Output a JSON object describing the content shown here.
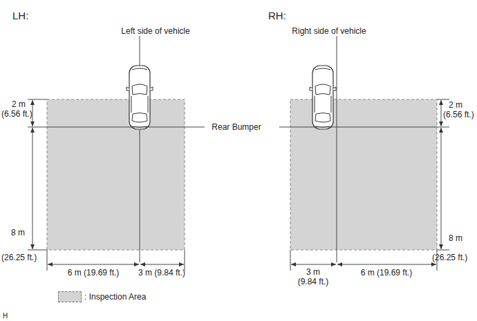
{
  "diagram": {
    "labels": [
      "LH:",
      "Left side of vehicle",
      "2 m",
      "(6.56 ft.)",
      "Rear Bumper",
      "8 m",
      "(26.25 ft.)",
      "6 m (19.69 ft.)",
      "3 m (9.84 ft.)",
      "RH:",
      "Right side of vehicle",
      "2 m",
      "(6.56 ft.)",
      "8 m",
      "(26.25 ft.)",
      "3 m",
      "(9.84 ft.)",
      "6 m (19.69 ft.)",
      "H"
    ],
    "legend": [
      {
        "text": ": Inspection Area",
        "color": "#d4d4d4"
      }
    ]
  }
}
